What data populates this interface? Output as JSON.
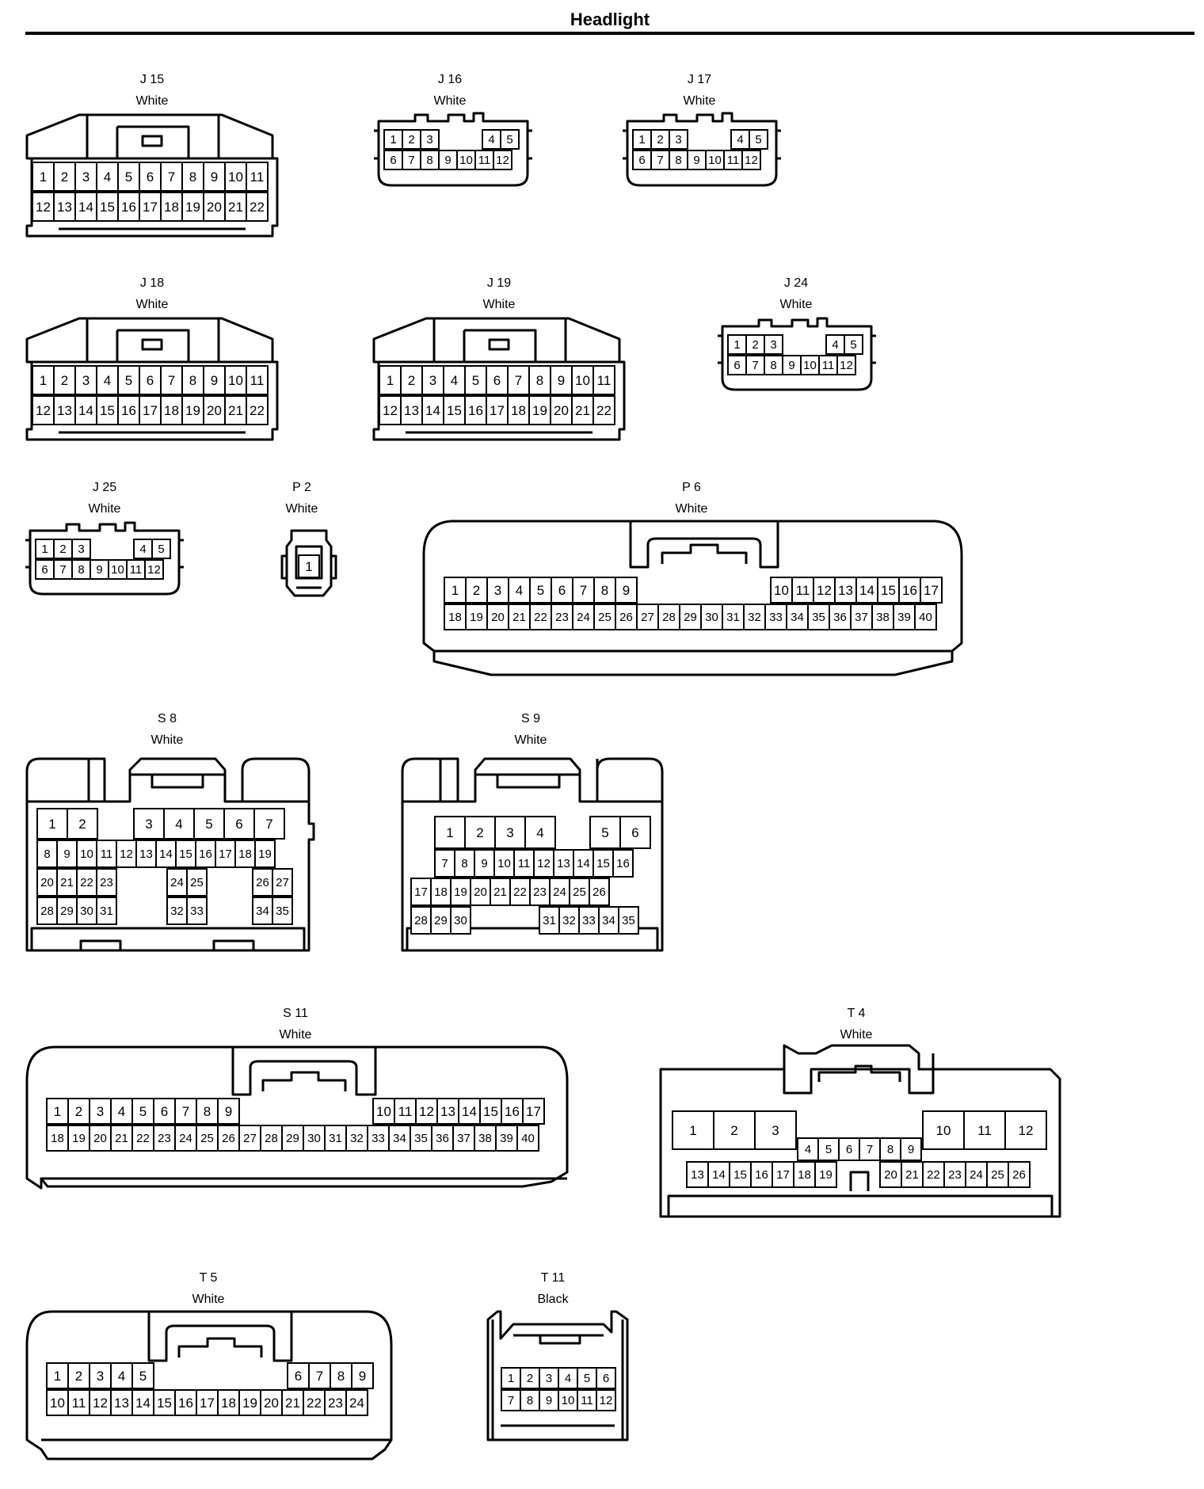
{
  "title": "Headlight",
  "connectors": [
    {
      "id": "J 15",
      "color": "White"
    },
    {
      "id": "J 16",
      "color": "White"
    },
    {
      "id": "J 17",
      "color": "White"
    },
    {
      "id": "J 18",
      "color": "White"
    },
    {
      "id": "J 19",
      "color": "White"
    },
    {
      "id": "J 24",
      "color": "White"
    },
    {
      "id": "J 25",
      "color": "White"
    },
    {
      "id": "P 2",
      "color": "White"
    },
    {
      "id": "P 6",
      "color": "White"
    },
    {
      "id": "S 8",
      "color": "White"
    },
    {
      "id": "S 9",
      "color": "White"
    },
    {
      "id": "S 11",
      "color": "White"
    },
    {
      "id": "T 4",
      "color": "White"
    },
    {
      "id": "T 5",
      "color": "White"
    },
    {
      "id": "T 11",
      "color": "Black"
    }
  ]
}
